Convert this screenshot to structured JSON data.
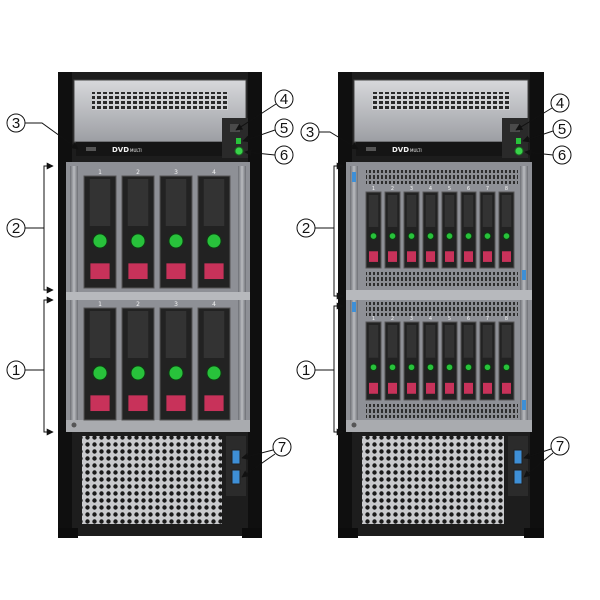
{
  "callouts": [
    {
      "id": "1",
      "label": "1"
    },
    {
      "id": "2",
      "label": "2"
    },
    {
      "id": "3",
      "label": "3"
    },
    {
      "id": "4",
      "label": "4"
    },
    {
      "id": "5",
      "label": "5"
    },
    {
      "id": "6",
      "label": "6"
    },
    {
      "id": "7",
      "label": "7"
    }
  ],
  "drive_bay_labels": {
    "lff": [
      "1",
      "2",
      "3",
      "4"
    ],
    "sff": [
      "1",
      "2",
      "3",
      "4",
      "5",
      "6",
      "7",
      "8"
    ]
  },
  "optical_drive": {
    "text": "DVD",
    "subtext": "MULTI"
  },
  "colors": {
    "chassis": "#1d1d1d",
    "cage": "#8e9096",
    "drive_handle": "#222222",
    "drive_led_green": "#28c23b",
    "drive_label_red": "#c8325a",
    "usb_blue": "#3e8fd6",
    "power_green": "#39d24a"
  }
}
